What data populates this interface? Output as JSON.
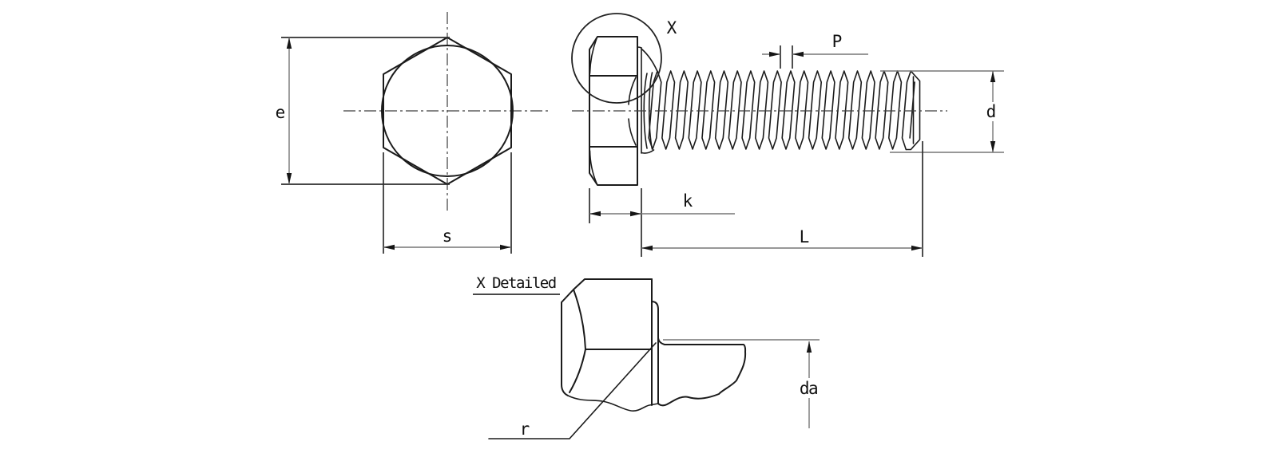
{
  "drawing": {
    "labels": {
      "width_across_corners": "e",
      "width_across_flats": "s",
      "detail_callout": "X",
      "thread_pitch": "P",
      "thread_diameter": "d",
      "head_height": "k",
      "bolt_length": "L",
      "detail_title": "X Detailed",
      "fillet_radius": "r",
      "fillet_transition_diameter": "da"
    },
    "colors": {
      "line": "#1b1b1b",
      "dimension_line": "#767676",
      "background": "#ffffff"
    }
  }
}
